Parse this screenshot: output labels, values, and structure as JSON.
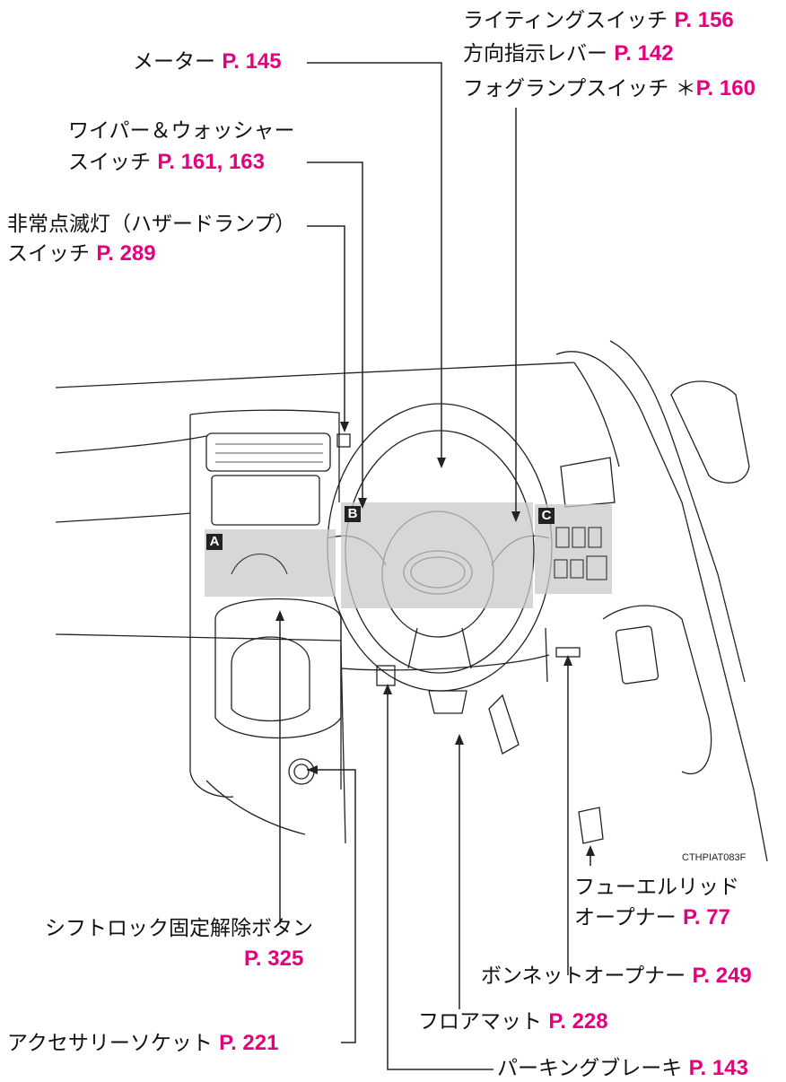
{
  "labels": {
    "lighting": {
      "text": "ライティングスイッチ",
      "ref": "P. 156"
    },
    "turn_lever": {
      "text": "方向指示レバー",
      "ref": "P. 142"
    },
    "fog": {
      "text": "フォグランプスイッチ ＊",
      "ref": "P. 160"
    },
    "meter": {
      "text": "メーター",
      "ref": "P. 145"
    },
    "wiper_line1": "ワイパー＆ウォッシャー",
    "wiper": {
      "text": "スイッチ",
      "ref": "P. 161, 163"
    },
    "hazard_line1": "非常点滅灯（ハザードランプ）",
    "hazard": {
      "text": "スイッチ",
      "ref": "P. 289"
    },
    "shiftlock_line1": "シフトロック固定解除ボタン",
    "shiftlock_ref": "P. 325",
    "fuel_line1": "フューエルリッド",
    "fuel": {
      "text": "オープナー",
      "ref": "P. 77"
    },
    "bonnet": {
      "text": "ボンネットオープナー",
      "ref": "P. 249"
    },
    "floormat": {
      "text": "フロアマット",
      "ref": "P. 228"
    },
    "accessory": {
      "text": "アクセサリーソケット",
      "ref": "P. 221"
    },
    "parking": {
      "text": "パーキングブレーキ",
      "ref": "P. 143"
    }
  },
  "badges": {
    "a": "A",
    "b": "B",
    "c": "C"
  },
  "figure_code": "CTHPIAT083F"
}
